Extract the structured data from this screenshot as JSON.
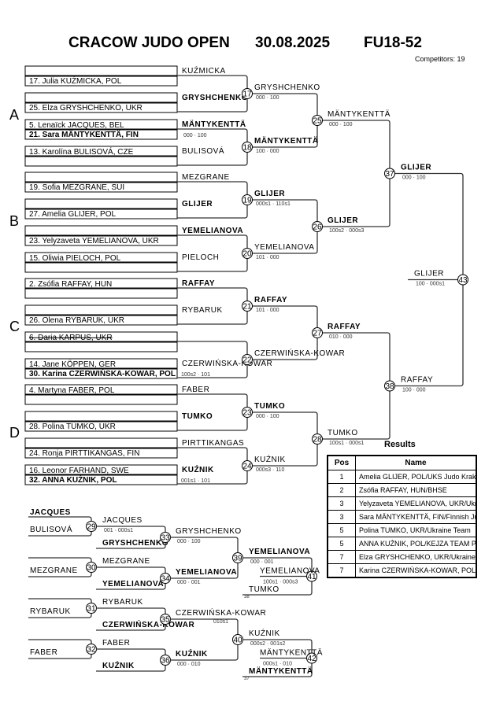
{
  "header": {
    "event": "CRACOW JUDO OPEN",
    "date": "30.08.2025",
    "category": "FU18-52",
    "competitors": "Competitors: 19"
  },
  "pools": [
    "A",
    "B",
    "C",
    "D"
  ],
  "entries": [
    {
      "pool": "A",
      "slots": [
        {
          "top": "",
          "bottom": "17. Julia KUŹMICKA, POL",
          "bold": ""
        },
        {
          "top": "",
          "bottom": "25. Elza GRYSHCHENKO, UKR",
          "bold": ""
        },
        {
          "top": "5. Lenaïck JACQUES, BEL",
          "bottom": "21. Sara MÄNTYKENTTÄ, FIN",
          "bold": "bottom"
        },
        {
          "top": "13. Karolína BULISOVÁ, CZE",
          "bottom": "",
          "bold": ""
        }
      ]
    },
    {
      "pool": "B",
      "slots": [
        {
          "top": "",
          "bottom": "19. Sofia MEZGRANE, SUI",
          "bold": ""
        },
        {
          "top": "",
          "bottom": "27. Amelia GLIJER, POL",
          "bold": ""
        },
        {
          "top": "",
          "bottom": "23. Yelyzaveta YEMELIANOVA, UKR",
          "bold": ""
        },
        {
          "top": "15. Oliwia PIELOCH, POL",
          "bottom": "",
          "bold": ""
        }
      ]
    },
    {
      "pool": "C",
      "slots": [
        {
          "top": "2. Zsófia RAFFAY, HUN",
          "bottom": "",
          "bold": ""
        },
        {
          "top": "",
          "bottom": "26. Olena RYBARUK, UKR",
          "bold": ""
        },
        {
          "top": "6. Daria KARPUS, UKR",
          "bottom": "",
          "bold": "",
          "struck": "top"
        },
        {
          "top": "14. Jane KÖPPEN, GER",
          "bottom": "30. Karina CZERWIŃSKA-KOWAR, POL",
          "bold": "bottom"
        }
      ]
    },
    {
      "pool": "D",
      "slots": [
        {
          "top": "4. Martyna FABER, POL",
          "bottom": "",
          "bold": ""
        },
        {
          "top": "",
          "bottom": "28. Polina TUMKO, UKR",
          "bold": ""
        },
        {
          "top": "",
          "bottom": "24. Ronja PIRTTIKANGAS, FIN",
          "bold": ""
        },
        {
          "top": "16. Leonor FARHAND, SWE",
          "bottom": "32. ANNA KUŹNIK, POL",
          "bold": "bottom"
        }
      ]
    }
  ],
  "round1_winners": [
    {
      "name": "KUŹMICKA",
      "bold": false
    },
    {
      "name": "GRYSHCHENKO",
      "bold": true
    },
    {
      "name": "MÄNTYKENTTÄ",
      "bold": true,
      "score": "000 · 100"
    },
    {
      "name": "BULISOVÁ",
      "bold": false
    },
    {
      "name": "MEZGRANE",
      "bold": false
    },
    {
      "name": "GLIJER",
      "bold": true
    },
    {
      "name": "YEMELIANOVA",
      "bold": true
    },
    {
      "name": "PIELOCH",
      "bold": false
    },
    {
      "name": "RAFFAY",
      "bold": true
    },
    {
      "name": "RYBARUK",
      "bold": false
    },
    {
      "name": "",
      "bold": false
    },
    {
      "name": "CZERWIŃSKA-KOWAR",
      "bold": false,
      "score": "100s2 · 101"
    },
    {
      "name": "FABER",
      "bold": false
    },
    {
      "name": "TUMKO",
      "bold": true
    },
    {
      "name": "PIRTTIKANGAS",
      "bold": false
    },
    {
      "name": "KUŹNIK",
      "bold": true,
      "score": "001s1 · 101"
    }
  ],
  "matches": {
    "17": {
      "winner": "GRYSHCHENKO",
      "score": "000 · 100",
      "bold": false
    },
    "18": {
      "winner": "MÄNTYKENTTÄ",
      "score": "100 · 000",
      "bold": true
    },
    "19": {
      "winner": "GLIJER",
      "score": "000s1 · 110s1",
      "bold": true
    },
    "20": {
      "winner": "YEMELIANOVA",
      "score": "101 · 000",
      "bold": false
    },
    "21": {
      "winner": "RAFFAY",
      "score": "101 · 000",
      "bold": true
    },
    "22": {
      "winner": "CZERWIŃSKA-KOWAR",
      "score": "",
      "bold": false
    },
    "23": {
      "winner": "TUMKO",
      "score": "000 · 100",
      "bold": true
    },
    "24": {
      "winner": "KUŹNIK",
      "score": "000s3 · 110",
      "bold": false
    },
    "25": {
      "winner": "MÄNTYKENTTÄ",
      "score": "000 · 100",
      "bold": false
    },
    "26": {
      "winner": "GLIJER",
      "score": "100s2 · 000s3",
      "bold": true
    },
    "27": {
      "winner": "RAFFAY",
      "score": "010 · 000",
      "bold": true
    },
    "28": {
      "winner": "TUMKO",
      "score": "100s1 · 000s1",
      "bold": false
    },
    "37": {
      "winner": "GLIJER",
      "score": "000 · 100",
      "bold": true
    },
    "38": {
      "winner": "RAFFAY",
      "score": "100 · 000",
      "bold": false
    },
    "43": {
      "winner": "GLIJER",
      "score": "100 · 000s1",
      "bold": false
    }
  },
  "repechage": {
    "r1": [
      {
        "match": "29",
        "top": "JACQUES",
        "top_bold": true,
        "bottom": "BULISOVÁ",
        "winner": "JACQUES",
        "score": "001 · 000s1"
      },
      {
        "match": "30",
        "top": "",
        "top_bold": false,
        "bottom": "MEZGRANE",
        "winner": "MEZGRANE",
        "score": ""
      },
      {
        "match": "31",
        "top": "",
        "top_bold": false,
        "bottom": "RYBARUK",
        "winner": "RYBARUK",
        "score": ""
      },
      {
        "match": "32",
        "top": "",
        "top_bold": false,
        "bottom": "FABER",
        "winner": "FABER",
        "score": ""
      }
    ],
    "r2": [
      {
        "match": "33",
        "loser": "GRYSHCHENKO",
        "winner": "GRYSHCHENKO",
        "score": "000 · 100",
        "bold": false
      },
      {
        "match": "34",
        "loser": "YEMELIANOVA",
        "winner": "YEMELIANOVA",
        "score": "000 · 001",
        "bold": true
      },
      {
        "match": "35",
        "loser": "CZERWIŃSKA-KOWAR",
        "winner": "CZERWIŃSKA-KOWAR",
        "score": "010s1",
        "bold": false
      },
      {
        "match": "36",
        "loser": "KUŹNIK",
        "winner": "KUŹNIK",
        "score": "000 · 010",
        "bold": true
      }
    ],
    "r3": [
      {
        "match": "39",
        "winner": "YEMELIANOVA",
        "score": "000 · 001",
        "bold": true
      },
      {
        "match": "40",
        "winner": "KUŹNIK",
        "score": "000s2 · 001s2",
        "bold": false
      }
    ],
    "bronze": [
      {
        "match": "41",
        "winner": "YEMELIANOVA",
        "score": "100s1 · 000s3",
        "opponent": "TUMKO",
        "from": "38"
      },
      {
        "match": "42",
        "winner": "MÄNTYKENTTÄ",
        "score": "000s1 · 010",
        "opponent": "MÄNTYKENTTÄ",
        "from": "37"
      }
    ]
  },
  "results": {
    "title": "Results",
    "headers": [
      "Pos",
      "Name"
    ],
    "rows": [
      {
        "pos": "1",
        "name": "Amelia GLIJER, POL/UKS Judo Krakow"
      },
      {
        "pos": "2",
        "name": "Zsófia RAFFAY, HUN/BHSE"
      },
      {
        "pos": "3",
        "name": "Yelyzaveta YEMELIANOVA, UKR/Ukraine Team"
      },
      {
        "pos": "3",
        "name": "Sara MÄNTYKENTTÄ, FIN/Finnish Judo"
      },
      {
        "pos": "5",
        "name": "Polina TUMKO, UKR/Ukraine Team"
      },
      {
        "pos": "5",
        "name": "ANNA KUŹNIK, POL/KEJZA TEAM Poznan"
      },
      {
        "pos": "7",
        "name": "Elza GRYSHCHENKO, UKR/Ukraine Team"
      },
      {
        "pos": "7",
        "name": "Karina CZERWIŃSKA-KOWAR, POL"
      }
    ]
  }
}
